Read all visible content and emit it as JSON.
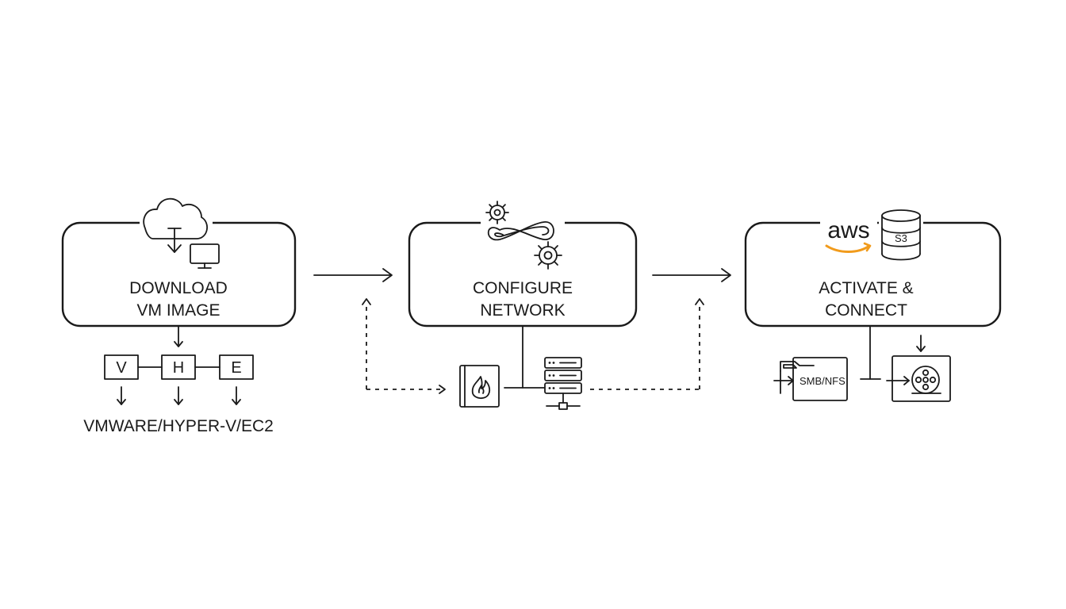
{
  "steps": [
    {
      "line1": "DOWNLOAD",
      "line2": "VM IMAGE"
    },
    {
      "line1": "CONFIGURE",
      "line2": "NETWORK"
    },
    {
      "line1": "ACTIVATE &",
      "line2": "CONNECT"
    }
  ],
  "hypervisors": {
    "boxes": [
      "V",
      "H",
      "E"
    ],
    "caption": "VMWARE/HYPER-V/EC2"
  },
  "aws": {
    "logo_text": "aws",
    "bucket_label": "S3",
    "accent_color": "#f19b1c"
  },
  "protocols": {
    "label": "SMB/NFS"
  },
  "icons": [
    "cloud-download-icon",
    "monitor-icon",
    "gears-infinity-icon",
    "firewall-icon",
    "server-rack-icon",
    "aws-logo-icon",
    "s3-bucket-icon",
    "folder-icon",
    "media-reel-icon"
  ]
}
